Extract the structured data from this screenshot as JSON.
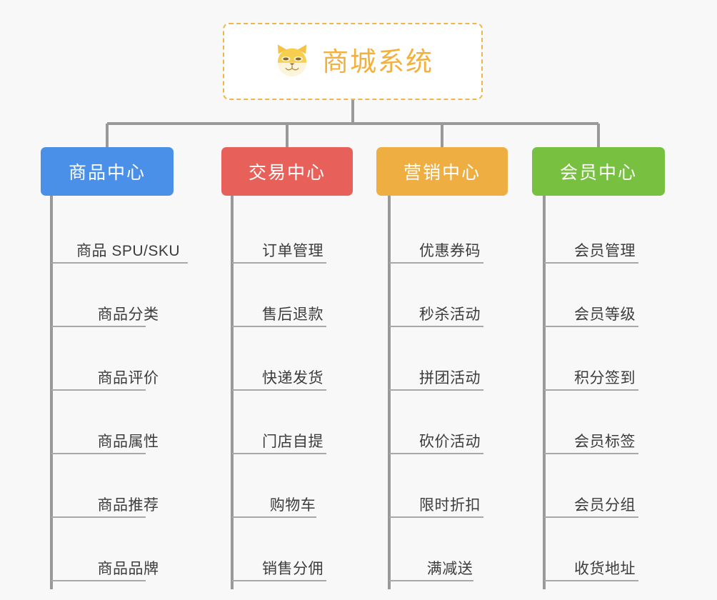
{
  "diagram": {
    "type": "org-chart-mindmap",
    "background_color": "#f8f8f8",
    "connector_color": "#999999",
    "root": {
      "title": "商城系统",
      "icon": "shiba-dog-face-icon",
      "text_color": "#f2b03c",
      "border_color": "#f0b64a",
      "background_color": "#ffffff"
    },
    "branches": [
      {
        "label": "商品中心",
        "color": "#4a90e8",
        "items": [
          "商品 SPU/SKU",
          "商品分类",
          "商品评价",
          "商品属性",
          "商品推荐",
          "商品品牌"
        ]
      },
      {
        "label": "交易中心",
        "color": "#e8605a",
        "items": [
          "订单管理",
          "售后退款",
          "快递发货",
          "门店自提",
          "购物车",
          "销售分佣"
        ]
      },
      {
        "label": "营销中心",
        "color": "#eeae41",
        "items": [
          "优惠券码",
          "秒杀活动",
          "拼团活动",
          "砍价活动",
          "限时折扣",
          "满减送"
        ]
      },
      {
        "label": "会员中心",
        "color": "#77c040",
        "items": [
          "会员管理",
          "会员等级",
          "积分签到",
          "会员标签",
          "会员分组",
          "收货地址"
        ]
      }
    ]
  }
}
